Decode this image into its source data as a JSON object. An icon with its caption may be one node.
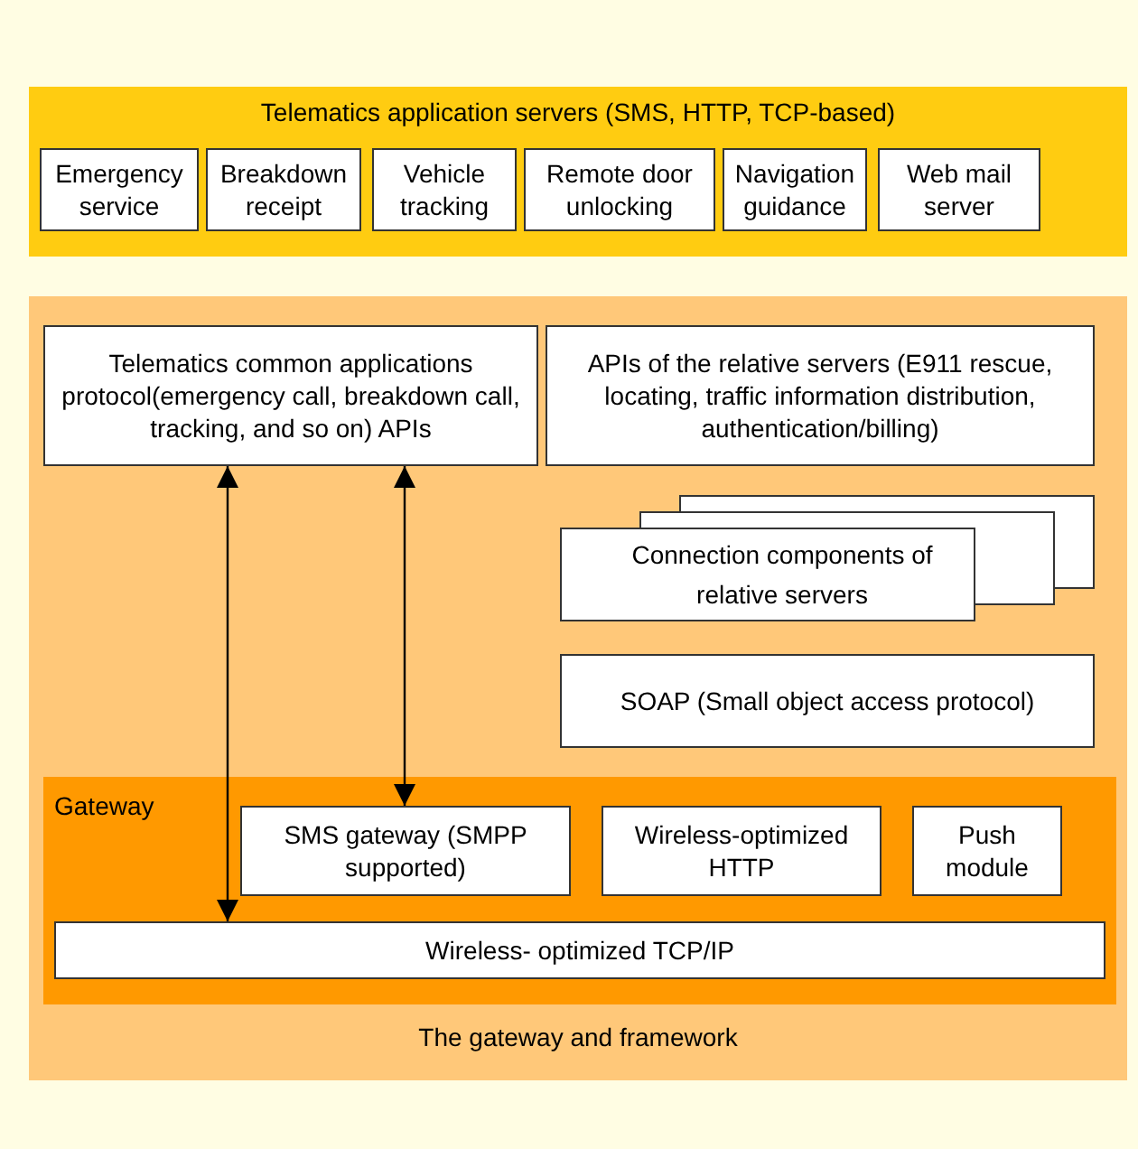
{
  "diagram": {
    "nodes": [
      {
        "text": [
          "Telematics application servers (SMS, HTTP, TCP-based)"
        ]
      },
      {
        "text": [
          "Emergency service"
        ],
        "in": 0
      },
      {
        "text": [
          "Breakdown receipt"
        ],
        "in": 0
      },
      {
        "text": [
          "Vehicle tracking"
        ],
        "in": 0
      },
      {
        "text": [
          "Remote door unlocking"
        ],
        "in": 0
      },
      {
        "text": [
          "Navigation guidance"
        ],
        "in": 0
      },
      {
        "text": [
          "Web mail server"
        ],
        "in": 0
      },
      {
        "text": [
          "The gateway and framework"
        ]
      },
      {
        "text": [
          "Telematics common applications protocol(emergency call, breakdown call, tracking, and so on) APIs"
        ],
        "in": 7
      },
      {
        "text": [
          "APIs of the relative servers (E911 rescue, locating, traffic information distribution, authentication/billing)"
        ],
        "in": 7
      },
      {
        "text": [
          "Connection components of relative servers"
        ],
        "in": 7
      },
      {
        "text": [
          "SOAP (Small object access protocol)"
        ],
        "in": 7
      },
      {
        "text": [
          "Gateway"
        ],
        "in": 7
      },
      {
        "text": [
          "SMS gateway (SMPP supported)"
        ],
        "in": 12
      },
      {
        "text": [
          "Wireless-optimized HTTP"
        ],
        "in": 12
      },
      {
        "text": [
          "Push module"
        ],
        "in": 12
      },
      {
        "text": [
          "Wireless- optimized TCP/IP"
        ],
        "in": 12
      }
    ],
    "edges": [
      {
        "from": 8,
        "to": 16,
        "arrow": "both"
      },
      {
        "from": 8,
        "to": 13,
        "arrow": "both"
      }
    ]
  }
}
